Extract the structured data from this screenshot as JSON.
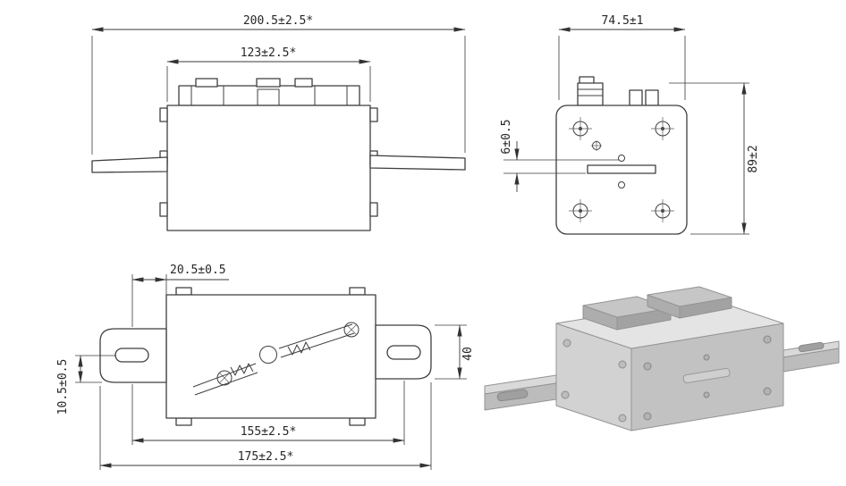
{
  "document": {
    "type": "engineering-drawing",
    "part": "square-body fuse with blade terminals",
    "background": "#ffffff",
    "line_color": "#3f3f3f",
    "dim_color": "#3a3a3a"
  },
  "views": {
    "front": {
      "name": "front-view",
      "dims": {
        "overall_width": "200.5±2.5*",
        "body_width": "123±2.5*"
      }
    },
    "side": {
      "name": "side-view",
      "dims": {
        "width": "74.5±1",
        "slot_offset": "6±0.5",
        "height": "89±2"
      }
    },
    "top": {
      "name": "top-view",
      "dims": {
        "edge_to_screw": "20.5±0.5",
        "hole_offset": "10.5±0.5",
        "terminal_width": "40",
        "hole_spacing": "155±2.5*",
        "terminal_span": "175±2.5*"
      }
    },
    "iso": {
      "name": "isometric-render",
      "body_top": "#e4e4e4",
      "body_front": "#d2d2d2",
      "body_side": "#c2c2c2",
      "cap_color": "#b3b3b3"
    }
  }
}
